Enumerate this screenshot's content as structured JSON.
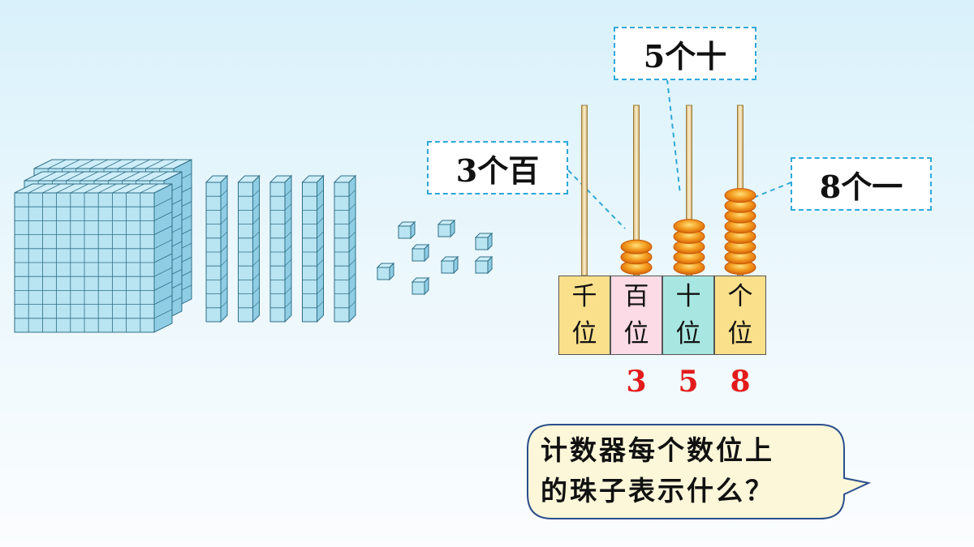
{
  "blocks": {
    "hundreds_count": 3,
    "tens_count": 5,
    "ones_count": 8
  },
  "abacus": {
    "columns": [
      {
        "label_top": "千",
        "label_bottom": "位",
        "beads": 0,
        "digit": "",
        "color": "#fbe08c"
      },
      {
        "label_top": "百",
        "label_bottom": "位",
        "beads": 3,
        "digit": "3",
        "color": "#fcdbe6"
      },
      {
        "label_top": "十",
        "label_bottom": "位",
        "beads": 5,
        "digit": "5",
        "color": "#a8e7e1"
      },
      {
        "label_top": "个",
        "label_bottom": "位",
        "beads": 8,
        "digit": "8",
        "color": "#fbe08c"
      }
    ]
  },
  "callouts": {
    "hundreds": "3个百",
    "tens": "5个十",
    "ones": "8个一"
  },
  "speech": {
    "text": "计数器每个数位上\n的珠子表示什么？"
  },
  "colors": {
    "cube_fill": "#b9e4f2",
    "cube_stroke": "#2f6f87",
    "bead": "#f28a17",
    "rod": "#f2e2b0",
    "callout_border": "#2fa8d8",
    "digit": "#e31b1b",
    "speech_border": "#2b4e8c",
    "speech_fill": "#fdf7da"
  }
}
